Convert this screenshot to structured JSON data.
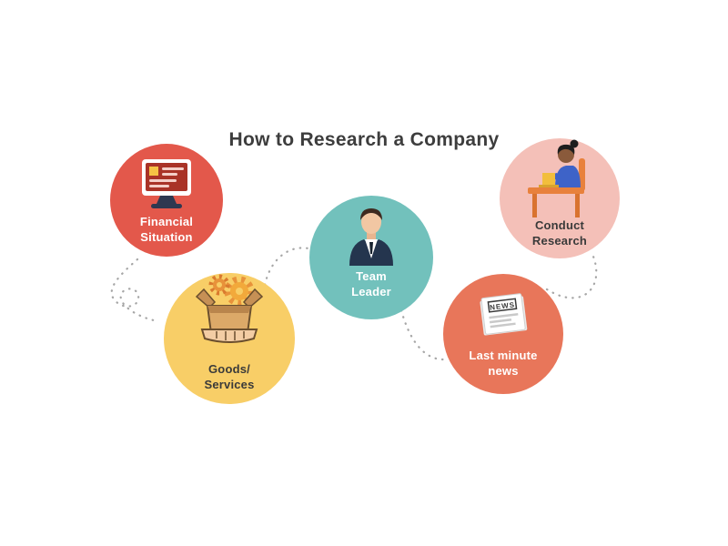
{
  "title": "How to Research a Company",
  "colors": {
    "red": "#E3584B",
    "yellow": "#F8CE67",
    "teal": "#72C1BC",
    "salmon": "#E8765A",
    "pink": "#F4C0B8",
    "connector": "#A6A6A6",
    "title_text": "#3D3D3D",
    "label_light": "#FFFFFF",
    "label_dark": "#3A3A3A"
  },
  "nodes": {
    "financial": {
      "label": "Financial\nSituation",
      "icon": "monitor-dashboard-icon"
    },
    "goods": {
      "label": "Goods/\nServices",
      "icon": "box-gears-hand-icon"
    },
    "leader": {
      "label": "Team\nLeader",
      "icon": "businessman-avatar-icon"
    },
    "news": {
      "label": "Last minute\nnews",
      "icon": "newspaper-icon",
      "icon_text": "NEWS"
    },
    "research": {
      "label": "Conduct\nResearch",
      "icon": "person-at-desk-icon"
    }
  }
}
